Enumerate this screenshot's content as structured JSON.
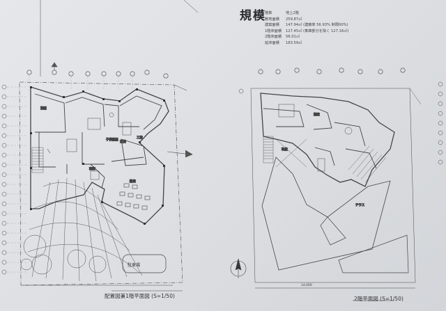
{
  "sheet": {
    "title": "規模",
    "summary": [
      {
        "label": "階数",
        "value": "地上2階"
      },
      {
        "label": "敷地面積",
        "value": "259.87㎡"
      },
      {
        "label": "建築面積",
        "value": "147.94㎡ (建蔽率 56.93% 制限60%)"
      },
      {
        "label": "1階床面積",
        "value": "127.45㎡ (車庫部分を除く 127.16㎡)"
      },
      {
        "label": "2階床面積",
        "value": "56.01㎡"
      },
      {
        "label": "延床面積",
        "value": "183.59㎡"
      }
    ]
  },
  "plan1": {
    "caption": "配置図兼1階平面図 (S=1/50)",
    "rooms": {
      "r1": "洗面",
      "r2": "玄関",
      "r3": "子供部屋",
      "r4": "工房",
      "r5": "和室",
      "r6": "教室",
      "r7": "駐車場"
    }
  },
  "plan2": {
    "caption": "2階平面図 (S=1/50)",
    "dimension": "14,000",
    "rooms": {
      "r1": "寝室",
      "r2": "吹抜",
      "r3": "テラス"
    }
  }
}
